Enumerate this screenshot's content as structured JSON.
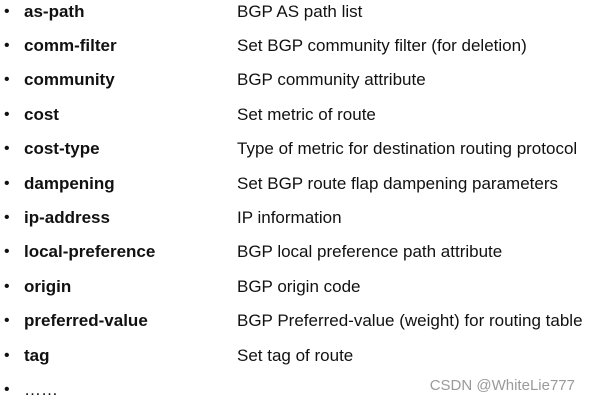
{
  "bullet_glyph": "•",
  "items": [
    {
      "command": "as-path",
      "description": "BGP AS path list"
    },
    {
      "command": "comm-filter",
      "description": "Set BGP community filter (for deletion)"
    },
    {
      "command": "community",
      "description": "BGP community attribute"
    },
    {
      "command": "cost",
      "description": "Set metric of route"
    },
    {
      "command": "cost-type",
      "description": "Type of metric for destination routing protocol"
    },
    {
      "command": "dampening",
      "description": "Set BGP route flap dampening parameters"
    },
    {
      "command": "ip-address",
      "description": "IP information"
    },
    {
      "command": "local-preference",
      "description": "BGP local preference path attribute"
    },
    {
      "command": "origin",
      "description": "BGP origin code"
    },
    {
      "command": "preferred-value",
      "description": "BGP Preferred-value (weight) for routing table"
    },
    {
      "command": "tag",
      "description": "Set tag of route"
    }
  ],
  "ellipsis": "……",
  "watermark": "CSDN @WhiteLie777"
}
